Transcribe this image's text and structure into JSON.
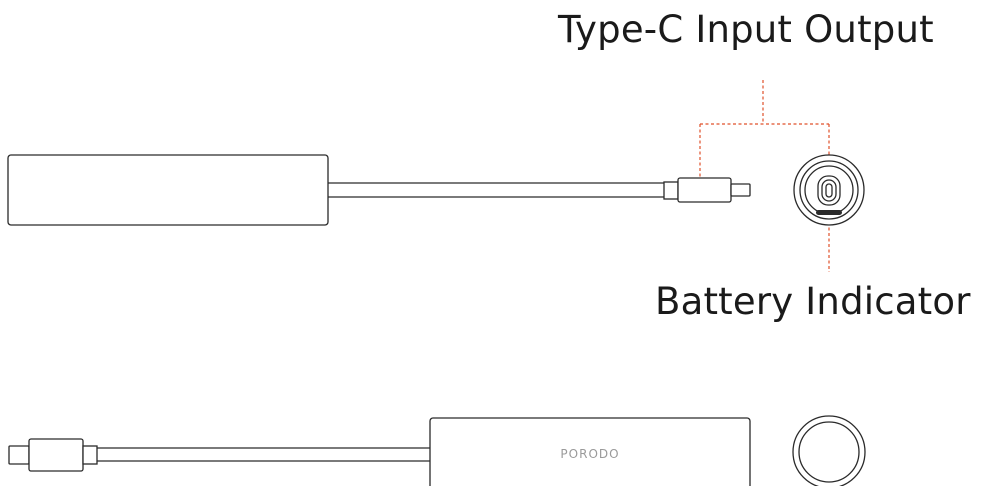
{
  "labels": {
    "type_c": "Type-C Input Output",
    "battery": "Battery Indicator"
  },
  "product": {
    "brand": "PORODO"
  },
  "colors": {
    "outline": "#2a2a2a",
    "callout": "#e0502a"
  }
}
